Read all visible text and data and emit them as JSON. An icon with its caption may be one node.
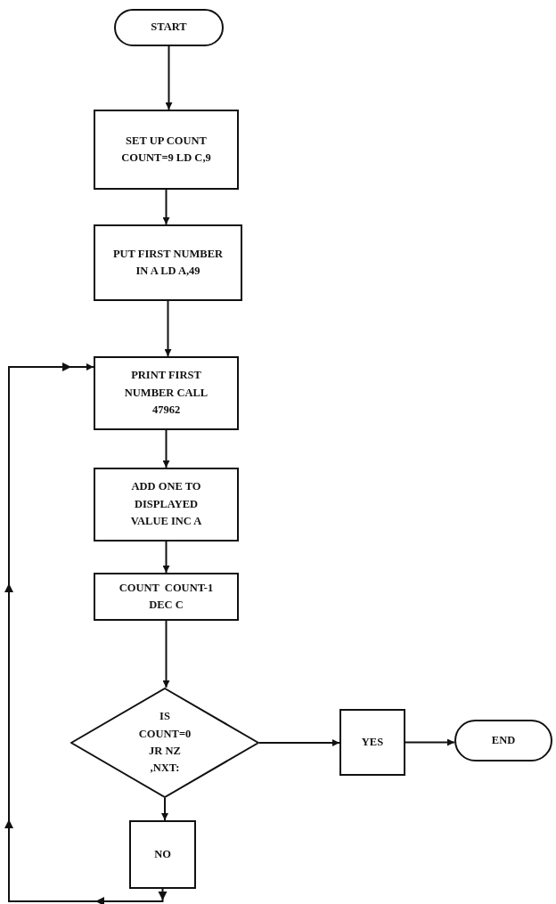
{
  "diagram": {
    "nodes": [
      {
        "text": [
          "START"
        ]
      },
      {
        "text": [
          "SET UP COUNT COUNT=9 LD C,9"
        ]
      },
      {
        "text": [
          "PUT FIRST NUMBER IN A LD A,49"
        ]
      },
      {
        "text": [
          "PRINT FIRST NUMBER CALL 47962"
        ]
      },
      {
        "text": [
          "ADD ONE TO DISPLAYED VALUE INC A"
        ]
      },
      {
        "text": [
          "COUNT  COUNT-1 DEC C"
        ]
      },
      {
        "text": [
          "IS COUNT=0 JR NZ ,NXT:"
        ]
      },
      {
        "text": [
          "YES"
        ]
      },
      {
        "text": [
          "END"
        ]
      },
      {
        "text": [
          "NO"
        ]
      }
    ],
    "edges": [
      {
        "from": 0,
        "to": 1,
        "arrow": "to"
      },
      {
        "from": 1,
        "to": 2,
        "arrow": "to"
      },
      {
        "from": 2,
        "to": 3,
        "arrow": "to"
      },
      {
        "from": 3,
        "to": 4,
        "arrow": "to"
      },
      {
        "from": 4,
        "to": 5,
        "arrow": "to"
      },
      {
        "from": 5,
        "to": 6,
        "arrow": "to"
      },
      {
        "from": 6,
        "to": 7,
        "arrow": "to"
      },
      {
        "from": 7,
        "to": 8,
        "arrow": "to"
      },
      {
        "from": 6,
        "to": 9,
        "arrow": "to"
      },
      {
        "from": 9,
        "to": 3,
        "arrow": "to"
      }
    ]
  }
}
